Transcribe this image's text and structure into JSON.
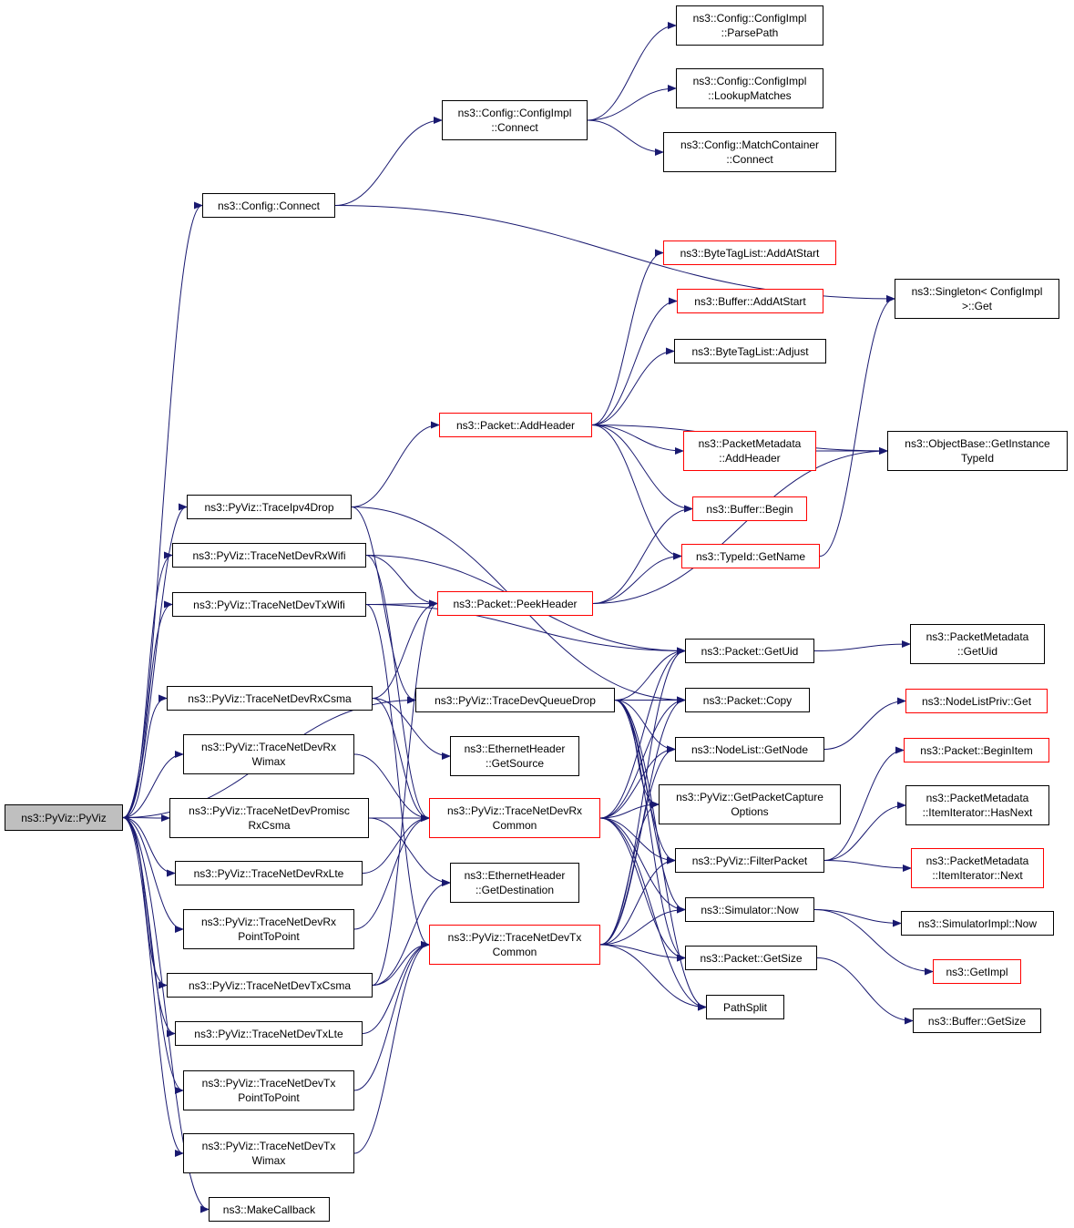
{
  "colors": {
    "edge": "#191970",
    "box_border": "#000000",
    "box_border_truncated": "#ff0000",
    "root_fill": "#bfbfbf",
    "text": "#000000"
  },
  "nodes": [
    {
      "id": "pyviz",
      "lines": [
        "ns3::PyViz::PyViz"
      ],
      "style": "root"
    },
    {
      "id": "config_connect",
      "lines": [
        "ns3::Config::Connect"
      ],
      "style": "normal"
    },
    {
      "id": "configimpl_connect",
      "lines": [
        "ns3::Config::ConfigImpl",
        "::Connect"
      ],
      "style": "normal"
    },
    {
      "id": "configimpl_parsepath",
      "lines": [
        "ns3::Config::ConfigImpl",
        "::ParsePath"
      ],
      "style": "normal"
    },
    {
      "id": "configimpl_lookupmatches",
      "lines": [
        "ns3::Config::ConfigImpl",
        "::LookupMatches"
      ],
      "style": "normal"
    },
    {
      "id": "matchcontainer_connect",
      "lines": [
        "ns3::Config::MatchContainer",
        "::Connect"
      ],
      "style": "normal"
    },
    {
      "id": "singleton_get",
      "lines": [
        "ns3::Singleton< ConfigImpl",
        ">::Get"
      ],
      "style": "normal"
    },
    {
      "id": "bytetaglist_addatstart",
      "lines": [
        "ns3::ByteTagList::AddAtStart"
      ],
      "style": "red"
    },
    {
      "id": "buffer_addatstart",
      "lines": [
        "ns3::Buffer::AddAtStart"
      ],
      "style": "red"
    },
    {
      "id": "bytetaglist_adjust",
      "lines": [
        "ns3::ByteTagList::Adjust"
      ],
      "style": "normal"
    },
    {
      "id": "packet_addheader",
      "lines": [
        "ns3::Packet::AddHeader"
      ],
      "style": "red"
    },
    {
      "id": "packetmetadata_addheader",
      "lines": [
        "ns3::PacketMetadata",
        "::AddHeader"
      ],
      "style": "red"
    },
    {
      "id": "objectbase_getinstancetypeid",
      "lines": [
        "ns3::ObjectBase::GetInstance",
        "TypeId"
      ],
      "style": "normal"
    },
    {
      "id": "buffer_begin",
      "lines": [
        "ns3::Buffer::Begin"
      ],
      "style": "red"
    },
    {
      "id": "typeid_getname",
      "lines": [
        "ns3::TypeId::GetName"
      ],
      "style": "red"
    },
    {
      "id": "traceipv4drop",
      "lines": [
        "ns3::PyViz::TraceIpv4Drop"
      ],
      "style": "normal"
    },
    {
      "id": "tracenetdevrxwifi",
      "lines": [
        "ns3::PyViz::TraceNetDevRxWifi"
      ],
      "style": "normal"
    },
    {
      "id": "tracenetdevtxwifi",
      "lines": [
        "ns3::PyViz::TraceNetDevTxWifi"
      ],
      "style": "normal"
    },
    {
      "id": "packet_peekheader",
      "lines": [
        "ns3::Packet::PeekHeader"
      ],
      "style": "red"
    },
    {
      "id": "packet_getuid",
      "lines": [
        "ns3::Packet::GetUid"
      ],
      "style": "normal"
    },
    {
      "id": "packetmetadata_getuid",
      "lines": [
        "ns3::PacketMetadata",
        "::GetUid"
      ],
      "style": "normal"
    },
    {
      "id": "tracenetdevrxcsma",
      "lines": [
        "ns3::PyViz::TraceNetDevRxCsma"
      ],
      "style": "normal"
    },
    {
      "id": "tracedevqueuedrop",
      "lines": [
        "ns3::PyViz::TraceDevQueueDrop"
      ],
      "style": "normal"
    },
    {
      "id": "packet_copy",
      "lines": [
        "ns3::Packet::Copy"
      ],
      "style": "normal"
    },
    {
      "id": "nodelistpriv_get",
      "lines": [
        "ns3::NodeListPriv::Get"
      ],
      "style": "red"
    },
    {
      "id": "tracenetdevrxwimax",
      "lines": [
        "ns3::PyViz::TraceNetDevRx",
        "Wimax"
      ],
      "style": "normal"
    },
    {
      "id": "ethernetheader_getsource",
      "lines": [
        "ns3::EthernetHeader",
        "::GetSource"
      ],
      "style": "normal"
    },
    {
      "id": "nodelist_getnode",
      "lines": [
        "ns3::NodeList::GetNode"
      ],
      "style": "normal"
    },
    {
      "id": "packet_beginitem",
      "lines": [
        "ns3::Packet::BeginItem"
      ],
      "style": "red"
    },
    {
      "id": "tracenetdevpromiscrxcsma",
      "lines": [
        "ns3::PyViz::TraceNetDevPromisc",
        "RxCsma"
      ],
      "style": "normal"
    },
    {
      "id": "tracenetdevrxcommon",
      "lines": [
        "ns3::PyViz::TraceNetDevRx",
        "Common"
      ],
      "style": "red"
    },
    {
      "id": "getpacketcaptureoptions",
      "lines": [
        "ns3::PyViz::GetPacketCapture",
        "Options"
      ],
      "style": "normal"
    },
    {
      "id": "itemiterator_hasnext",
      "lines": [
        "ns3::PacketMetadata",
        "::ItemIterator::HasNext"
      ],
      "style": "normal"
    },
    {
      "id": "filterpacket",
      "lines": [
        "ns3::PyViz::FilterPacket"
      ],
      "style": "normal"
    },
    {
      "id": "itemiterator_next",
      "lines": [
        "ns3::PacketMetadata",
        "::ItemIterator::Next"
      ],
      "style": "red"
    },
    {
      "id": "tracenetdevrxlte",
      "lines": [
        "ns3::PyViz::TraceNetDevRxLte"
      ],
      "style": "normal"
    },
    {
      "id": "ethernetheader_getdestination",
      "lines": [
        "ns3::EthernetHeader",
        "::GetDestination"
      ],
      "style": "normal"
    },
    {
      "id": "simulator_now",
      "lines": [
        "ns3::Simulator::Now"
      ],
      "style": "normal"
    },
    {
      "id": "simulatorimpl_now",
      "lines": [
        "ns3::SimulatorImpl::Now"
      ],
      "style": "normal"
    },
    {
      "id": "tracenetdevrxpointtopoint",
      "lines": [
        "ns3::PyViz::TraceNetDevRx",
        "PointToPoint"
      ],
      "style": "normal"
    },
    {
      "id": "tracenetdevtxcommon",
      "lines": [
        "ns3::PyViz::TraceNetDevTx",
        "Common"
      ],
      "style": "red"
    },
    {
      "id": "packet_getsize",
      "lines": [
        "ns3::Packet::GetSize"
      ],
      "style": "normal"
    },
    {
      "id": "getimpl",
      "lines": [
        "ns3::GetImpl"
      ],
      "style": "red"
    },
    {
      "id": "tracenetdevtxcsma",
      "lines": [
        "ns3::PyViz::TraceNetDevTxCsma"
      ],
      "style": "normal"
    },
    {
      "id": "pathsplit",
      "lines": [
        "PathSplit"
      ],
      "style": "normal"
    },
    {
      "id": "tracenetdevtxlte",
      "lines": [
        "ns3::PyViz::TraceNetDevTxLte"
      ],
      "style": "normal"
    },
    {
      "id": "buffer_getsize",
      "lines": [
        "ns3::Buffer::GetSize"
      ],
      "style": "normal"
    },
    {
      "id": "tracenetdevtxpointtopoint",
      "lines": [
        "ns3::PyViz::TraceNetDevTx",
        "PointToPoint"
      ],
      "style": "normal"
    },
    {
      "id": "tracenetdevtxwimax",
      "lines": [
        "ns3::PyViz::TraceNetDevTx",
        "Wimax"
      ],
      "style": "normal"
    },
    {
      "id": "makecallback",
      "lines": [
        "ns3::MakeCallback"
      ],
      "style": "normal"
    }
  ],
  "edges": [
    [
      "pyviz",
      "config_connect"
    ],
    [
      "pyviz",
      "traceipv4drop"
    ],
    [
      "pyviz",
      "tracenetdevrxwifi"
    ],
    [
      "pyviz",
      "tracenetdevtxwifi"
    ],
    [
      "pyviz",
      "tracedevqueuedrop"
    ],
    [
      "pyviz",
      "tracenetdevrxcsma"
    ],
    [
      "pyviz",
      "tracenetdevrxwimax"
    ],
    [
      "pyviz",
      "tracenetdevpromiscrxcsma"
    ],
    [
      "pyviz",
      "tracenetdevrxlte"
    ],
    [
      "pyviz",
      "tracenetdevrxpointtopoint"
    ],
    [
      "pyviz",
      "tracenetdevtxcsma"
    ],
    [
      "pyviz",
      "tracenetdevtxlte"
    ],
    [
      "pyviz",
      "tracenetdevtxpointtopoint"
    ],
    [
      "pyviz",
      "tracenetdevtxwimax"
    ],
    [
      "pyviz",
      "makecallback"
    ],
    [
      "config_connect",
      "configimpl_connect"
    ],
    [
      "config_connect",
      "singleton_get"
    ],
    [
      "configimpl_connect",
      "configimpl_parsepath"
    ],
    [
      "configimpl_connect",
      "configimpl_lookupmatches"
    ],
    [
      "configimpl_connect",
      "matchcontainer_connect"
    ],
    [
      "packet_addheader",
      "bytetaglist_addatstart"
    ],
    [
      "packet_addheader",
      "buffer_addatstart"
    ],
    [
      "packet_addheader",
      "bytetaglist_adjust"
    ],
    [
      "packet_addheader",
      "packetmetadata_addheader"
    ],
    [
      "packet_addheader",
      "objectbase_getinstancetypeid"
    ],
    [
      "packet_addheader",
      "buffer_begin"
    ],
    [
      "packet_addheader",
      "typeid_getname"
    ],
    [
      "packetmetadata_addheader",
      "objectbase_getinstancetypeid"
    ],
    [
      "typeid_getname",
      "singleton_get"
    ],
    [
      "traceipv4drop",
      "packet_addheader"
    ],
    [
      "traceipv4drop",
      "tracedevqueuedrop"
    ],
    [
      "traceipv4drop",
      "packet_copy"
    ],
    [
      "tracenetdevrxwifi",
      "packet_peekheader"
    ],
    [
      "tracenetdevrxwifi",
      "packet_getuid"
    ],
    [
      "tracenetdevrxwifi",
      "tracenetdevrxcommon"
    ],
    [
      "tracenetdevtxwifi",
      "packet_peekheader"
    ],
    [
      "tracenetdevtxwifi",
      "packet_getuid"
    ],
    [
      "tracenetdevtxwifi",
      "tracenetdevtxcommon"
    ],
    [
      "packet_peekheader",
      "buffer_begin"
    ],
    [
      "packet_peekheader",
      "typeid_getname"
    ],
    [
      "packet_peekheader",
      "objectbase_getinstancetypeid"
    ],
    [
      "packet_getuid",
      "packetmetadata_getuid"
    ],
    [
      "tracenetdevrxcsma",
      "packet_peekheader"
    ],
    [
      "tracenetdevrxcsma",
      "ethernetheader_getsource"
    ],
    [
      "tracenetdevrxcsma",
      "tracenetdevrxcommon"
    ],
    [
      "tracedevqueuedrop",
      "packet_getuid"
    ],
    [
      "tracedevqueuedrop",
      "packet_copy"
    ],
    [
      "tracedevqueuedrop",
      "nodelist_getnode"
    ],
    [
      "tracedevqueuedrop",
      "getpacketcaptureoptions"
    ],
    [
      "tracedevqueuedrop",
      "filterpacket"
    ],
    [
      "tracedevqueuedrop",
      "simulator_now"
    ],
    [
      "tracedevqueuedrop",
      "packet_getsize"
    ],
    [
      "tracedevqueuedrop",
      "pathsplit"
    ],
    [
      "nodelist_getnode",
      "nodelistpriv_get"
    ],
    [
      "tracenetdevrxwimax",
      "tracenetdevrxcommon"
    ],
    [
      "tracenetdevpromiscrxcsma",
      "tracenetdevrxcommon"
    ],
    [
      "tracenetdevpromiscrxcsma",
      "ethernetheader_getdestination"
    ],
    [
      "tracenetdevrxlte",
      "tracenetdevrxcommon"
    ],
    [
      "tracenetdevrxpointtopoint",
      "tracenetdevrxcommon"
    ],
    [
      "tracenetdevrxcommon",
      "packet_getuid"
    ],
    [
      "tracenetdevrxcommon",
      "packet_copy"
    ],
    [
      "tracenetdevrxcommon",
      "nodelist_getnode"
    ],
    [
      "tracenetdevrxcommon",
      "getpacketcaptureoptions"
    ],
    [
      "tracenetdevrxcommon",
      "filterpacket"
    ],
    [
      "tracenetdevrxcommon",
      "simulator_now"
    ],
    [
      "tracenetdevrxcommon",
      "packet_getsize"
    ],
    [
      "tracenetdevrxcommon",
      "pathsplit"
    ],
    [
      "filterpacket",
      "packet_beginitem"
    ],
    [
      "filterpacket",
      "itemiterator_hasnext"
    ],
    [
      "filterpacket",
      "itemiterator_next"
    ],
    [
      "simulator_now",
      "simulatorimpl_now"
    ],
    [
      "simulator_now",
      "getimpl"
    ],
    [
      "tracenetdevtxcsma",
      "packet_peekheader"
    ],
    [
      "tracenetdevtxcsma",
      "ethernetheader_getdestination"
    ],
    [
      "tracenetdevtxcsma",
      "tracenetdevtxcommon"
    ],
    [
      "tracenetdevtxlte",
      "tracenetdevtxcommon"
    ],
    [
      "tracenetdevtxpointtopoint",
      "tracenetdevtxcommon"
    ],
    [
      "tracenetdevtxwimax",
      "tracenetdevtxcommon"
    ],
    [
      "tracenetdevtxcommon",
      "packet_getuid"
    ],
    [
      "tracenetdevtxcommon",
      "packet_copy"
    ],
    [
      "tracenetdevtxcommon",
      "nodelist_getnode"
    ],
    [
      "tracenetdevtxcommon",
      "getpacketcaptureoptions"
    ],
    [
      "tracenetdevtxcommon",
      "filterpacket"
    ],
    [
      "tracenetdevtxcommon",
      "simulator_now"
    ],
    [
      "tracenetdevtxcommon",
      "packet_getsize"
    ],
    [
      "tracenetdevtxcommon",
      "pathsplit"
    ],
    [
      "packet_getsize",
      "buffer_getsize"
    ]
  ]
}
